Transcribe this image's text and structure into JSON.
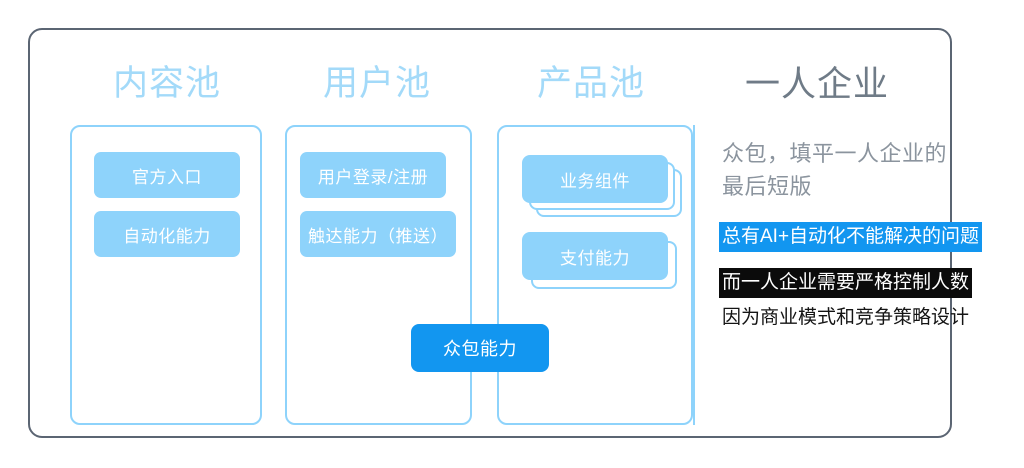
{
  "diagram": {
    "columns": [
      {
        "header": "内容池",
        "items": [
          {
            "label": "官方入口",
            "style": "chip"
          },
          {
            "label": "自动化能力",
            "style": "chip"
          }
        ]
      },
      {
        "header": "用户池",
        "items": [
          {
            "label": "用户登录/注册",
            "style": "chip"
          },
          {
            "label": "触达能力（推送）",
            "style": "chip"
          }
        ]
      },
      {
        "header": "产品池",
        "items": [
          {
            "label": "业务组件",
            "style": "stack",
            "layers": 3
          },
          {
            "label": "支付能力",
            "style": "stack",
            "layers": 2
          }
        ]
      }
    ],
    "crosscut_button": {
      "label": "众包能力"
    },
    "right_pane": {
      "title": "一人企业",
      "lead": "众包，填平一人企业的最后短版",
      "highlight_lines": [
        {
          "text": "总有AI+自动化不能解决的问题",
          "highlight": "blue"
        },
        {
          "text": "而一人企业需要严格控制人数",
          "highlight": "black"
        },
        {
          "text": "因为商业模式和竞争策略设计",
          "highlight": "none"
        }
      ]
    },
    "colors": {
      "frame_border": "#5b6573",
      "pool_border": "#8ed3fb",
      "chip_fill": "#8ed3fb",
      "header_text": "#a3daf9",
      "accent_blue": "#1296f0",
      "highlight_black": "#0b0b0b",
      "right_title_text": "#6f7b87",
      "right_lead_text": "#8b949e"
    }
  }
}
